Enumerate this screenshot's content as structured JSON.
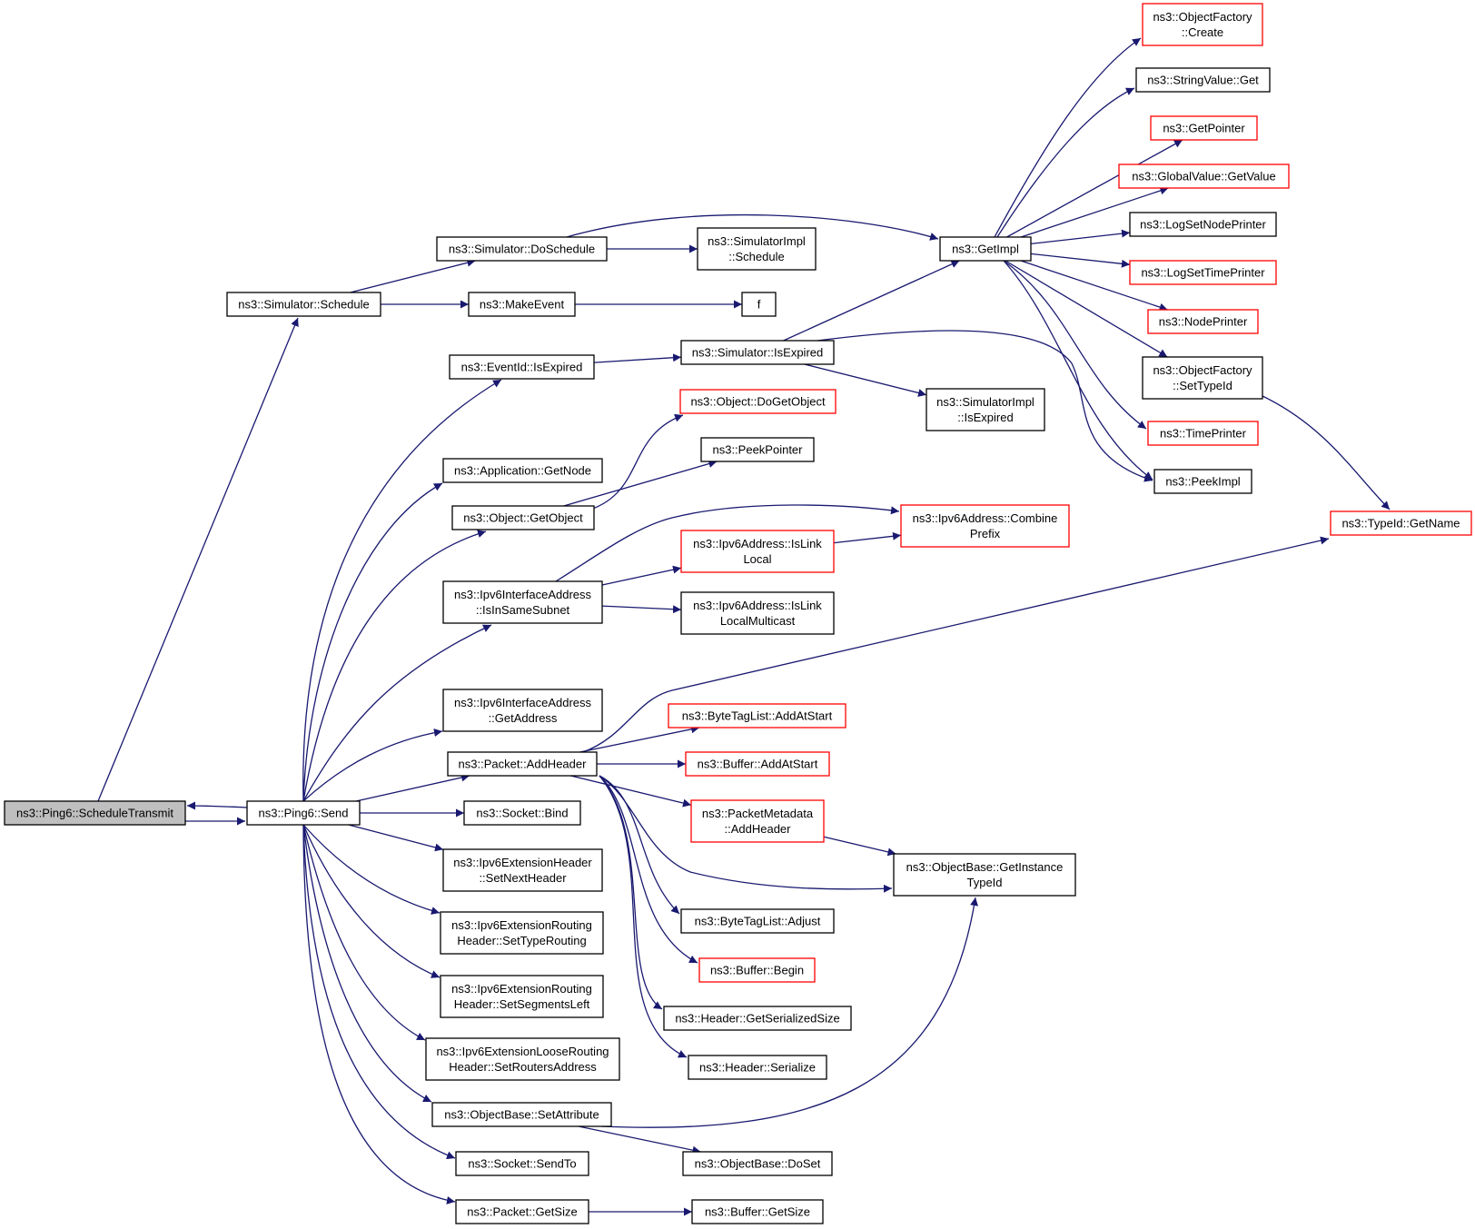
{
  "nodes": [
    {
      "id": "scheduletransmit",
      "lines": [
        "ns3::Ping6::ScheduleTransmit"
      ],
      "style": "root"
    },
    {
      "id": "send",
      "lines": [
        "ns3::Ping6::Send"
      ],
      "style": "black"
    },
    {
      "id": "sim_schedule",
      "lines": [
        "ns3::Simulator::Schedule"
      ],
      "style": "black"
    },
    {
      "id": "sim_doschedule",
      "lines": [
        "ns3::Simulator::DoSchedule"
      ],
      "style": "black"
    },
    {
      "id": "simimpl_schedule",
      "lines": [
        "ns3::SimulatorImpl",
        "::Schedule"
      ],
      "style": "black"
    },
    {
      "id": "makeevent",
      "lines": [
        "ns3::MakeEvent"
      ],
      "style": "black"
    },
    {
      "id": "f",
      "lines": [
        "f"
      ],
      "style": "black"
    },
    {
      "id": "getimpl",
      "lines": [
        "ns3::GetImpl"
      ],
      "style": "black"
    },
    {
      "id": "objfactory_create",
      "lines": [
        "ns3::ObjectFactory",
        "::Create"
      ],
      "style": "red"
    },
    {
      "id": "stringvalue_get",
      "lines": [
        "ns3::StringValue::Get"
      ],
      "style": "black"
    },
    {
      "id": "getpointer",
      "lines": [
        "ns3::GetPointer"
      ],
      "style": "red"
    },
    {
      "id": "globalvalue_getvalue",
      "lines": [
        "ns3::GlobalValue::GetValue"
      ],
      "style": "red"
    },
    {
      "id": "logsetnodeprinter",
      "lines": [
        "ns3::LogSetNodePrinter"
      ],
      "style": "black"
    },
    {
      "id": "logsettimeprinter",
      "lines": [
        "ns3::LogSetTimePrinter"
      ],
      "style": "red"
    },
    {
      "id": "nodeprinter",
      "lines": [
        "ns3::NodePrinter"
      ],
      "style": "red"
    },
    {
      "id": "objfactory_settypeid",
      "lines": [
        "ns3::ObjectFactory",
        "::SetTypeId"
      ],
      "style": "black"
    },
    {
      "id": "timeprinter",
      "lines": [
        "ns3::TimePrinter"
      ],
      "style": "red"
    },
    {
      "id": "peekimpl",
      "lines": [
        "ns3::PeekImpl"
      ],
      "style": "black"
    },
    {
      "id": "typeid_getname",
      "lines": [
        "ns3::TypeId::GetName"
      ],
      "style": "red"
    },
    {
      "id": "eventid_isexpired",
      "lines": [
        "ns3::EventId::IsExpired"
      ],
      "style": "black"
    },
    {
      "id": "sim_isexpired",
      "lines": [
        "ns3::Simulator::IsExpired"
      ],
      "style": "black"
    },
    {
      "id": "simimpl_isexpired",
      "lines": [
        "ns3::SimulatorImpl",
        "::IsExpired"
      ],
      "style": "black"
    },
    {
      "id": "app_getnode",
      "lines": [
        "ns3::Application::GetNode"
      ],
      "style": "black"
    },
    {
      "id": "obj_dogetobject",
      "lines": [
        "ns3::Object::DoGetObject"
      ],
      "style": "red"
    },
    {
      "id": "peekpointer",
      "lines": [
        "ns3::PeekPointer"
      ],
      "style": "black"
    },
    {
      "id": "obj_getobject",
      "lines": [
        "ns3::Object::GetObject"
      ],
      "style": "black"
    },
    {
      "id": "ipv6addr_combineprefix",
      "lines": [
        "ns3::Ipv6Address::Combine",
        "Prefix"
      ],
      "style": "red"
    },
    {
      "id": "ipv6addr_islinklocal",
      "lines": [
        "ns3::Ipv6Address::IsLink",
        "Local"
      ],
      "style": "red"
    },
    {
      "id": "ipv6ifaddr_isinsamesubnet",
      "lines": [
        "ns3::Ipv6InterfaceAddress",
        "::IsInSameSubnet"
      ],
      "style": "black"
    },
    {
      "id": "ipv6addr_islinklocalmulticast",
      "lines": [
        "ns3::Ipv6Address::IsLink",
        "LocalMulticast"
      ],
      "style": "black"
    },
    {
      "id": "ipv6ifaddr_getaddress",
      "lines": [
        "ns3::Ipv6InterfaceAddress",
        "::GetAddress"
      ],
      "style": "black"
    },
    {
      "id": "bytetaglist_addatstart",
      "lines": [
        "ns3::ByteTagList::AddAtStart"
      ],
      "style": "red"
    },
    {
      "id": "packet_addheader",
      "lines": [
        "ns3::Packet::AddHeader"
      ],
      "style": "black"
    },
    {
      "id": "buffer_addatstart",
      "lines": [
        "ns3::Buffer::AddAtStart"
      ],
      "style": "red"
    },
    {
      "id": "socket_bind",
      "lines": [
        "ns3::Socket::Bind"
      ],
      "style": "black"
    },
    {
      "id": "packetmetadata_addheader",
      "lines": [
        "ns3::PacketMetadata",
        "::AddHeader"
      ],
      "style": "red"
    },
    {
      "id": "ipv6exthdr_setnextheader",
      "lines": [
        "ns3::Ipv6ExtensionHeader",
        "::SetNextHeader"
      ],
      "style": "black"
    },
    {
      "id": "objbase_getinstancetypeid",
      "lines": [
        "ns3::ObjectBase::GetInstance",
        "TypeId"
      ],
      "style": "black"
    },
    {
      "id": "ipv6extrouting_settyperouting",
      "lines": [
        "ns3::Ipv6ExtensionRouting",
        "Header::SetTypeRouting"
      ],
      "style": "black"
    },
    {
      "id": "bytetaglist_adjust",
      "lines": [
        "ns3::ByteTagList::Adjust"
      ],
      "style": "black"
    },
    {
      "id": "buffer_begin",
      "lines": [
        "ns3::Buffer::Begin"
      ],
      "style": "red"
    },
    {
      "id": "ipv6extrouting_setsegmentsleft",
      "lines": [
        "ns3::Ipv6ExtensionRouting",
        "Header::SetSegmentsLeft"
      ],
      "style": "black"
    },
    {
      "id": "header_getserializedsize",
      "lines": [
        "ns3::Header::GetSerializedSize"
      ],
      "style": "black"
    },
    {
      "id": "ipv6extlooserouting_setroutersaddress",
      "lines": [
        "ns3::Ipv6ExtensionLooseRouting",
        "Header::SetRoutersAddress"
      ],
      "style": "black"
    },
    {
      "id": "header_serialize",
      "lines": [
        "ns3::Header::Serialize"
      ],
      "style": "black"
    },
    {
      "id": "objbase_setattribute",
      "lines": [
        "ns3::ObjectBase::SetAttribute"
      ],
      "style": "black"
    },
    {
      "id": "objbase_doset",
      "lines": [
        "ns3::ObjectBase::DoSet"
      ],
      "style": "black"
    },
    {
      "id": "socket_sendto",
      "lines": [
        "ns3::Socket::SendTo"
      ],
      "style": "black"
    },
    {
      "id": "packet_getsize",
      "lines": [
        "ns3::Packet::GetSize"
      ],
      "style": "black"
    },
    {
      "id": "buffer_getsize",
      "lines": [
        "ns3::Buffer::GetSize"
      ],
      "style": "black"
    }
  ],
  "edges": [
    {
      "from": "scheduletransmit",
      "to": "send"
    },
    {
      "from": "scheduletransmit",
      "to": "sim_schedule"
    },
    {
      "from": "send",
      "to": "scheduletransmit"
    },
    {
      "from": "send",
      "to": "eventid_isexpired"
    },
    {
      "from": "send",
      "to": "app_getnode"
    },
    {
      "from": "send",
      "to": "obj_getobject"
    },
    {
      "from": "send",
      "to": "ipv6ifaddr_isinsamesubnet"
    },
    {
      "from": "send",
      "to": "ipv6ifaddr_getaddress"
    },
    {
      "from": "send",
      "to": "packet_addheader"
    },
    {
      "from": "send",
      "to": "socket_bind"
    },
    {
      "from": "send",
      "to": "ipv6exthdr_setnextheader"
    },
    {
      "from": "send",
      "to": "ipv6extrouting_settyperouting"
    },
    {
      "from": "send",
      "to": "ipv6extrouting_setsegmentsleft"
    },
    {
      "from": "send",
      "to": "ipv6extlooserouting_setroutersaddress"
    },
    {
      "from": "send",
      "to": "objbase_setattribute"
    },
    {
      "from": "send",
      "to": "socket_sendto"
    },
    {
      "from": "send",
      "to": "packet_getsize"
    },
    {
      "from": "sim_schedule",
      "to": "sim_doschedule"
    },
    {
      "from": "sim_schedule",
      "to": "makeevent"
    },
    {
      "from": "sim_doschedule",
      "to": "simimpl_schedule"
    },
    {
      "from": "sim_doschedule",
      "to": "getimpl"
    },
    {
      "from": "makeevent",
      "to": "f"
    },
    {
      "from": "getimpl",
      "to": "objfactory_create"
    },
    {
      "from": "getimpl",
      "to": "stringvalue_get"
    },
    {
      "from": "getimpl",
      "to": "getpointer"
    },
    {
      "from": "getimpl",
      "to": "globalvalue_getvalue"
    },
    {
      "from": "getimpl",
      "to": "logsetnodeprinter"
    },
    {
      "from": "getimpl",
      "to": "logsettimeprinter"
    },
    {
      "from": "getimpl",
      "to": "nodeprinter"
    },
    {
      "from": "getimpl",
      "to": "objfactory_settypeid"
    },
    {
      "from": "getimpl",
      "to": "timeprinter"
    },
    {
      "from": "getimpl",
      "to": "peekimpl"
    },
    {
      "from": "objfactory_settypeid",
      "to": "typeid_getname"
    },
    {
      "from": "eventid_isexpired",
      "to": "sim_isexpired"
    },
    {
      "from": "sim_isexpired",
      "to": "getimpl"
    },
    {
      "from": "sim_isexpired",
      "to": "peekimpl"
    },
    {
      "from": "sim_isexpired",
      "to": "simimpl_isexpired"
    },
    {
      "from": "obj_getobject",
      "to": "obj_dogetobject"
    },
    {
      "from": "obj_getobject",
      "to": "peekpointer"
    },
    {
      "from": "ipv6ifaddr_isinsamesubnet",
      "to": "ipv6addr_combineprefix"
    },
    {
      "from": "ipv6ifaddr_isinsamesubnet",
      "to": "ipv6addr_islinklocal"
    },
    {
      "from": "ipv6ifaddr_isinsamesubnet",
      "to": "ipv6addr_islinklocalmulticast"
    },
    {
      "from": "ipv6addr_islinklocal",
      "to": "ipv6addr_combineprefix"
    },
    {
      "from": "packet_addheader",
      "to": "typeid_getname"
    },
    {
      "from": "packet_addheader",
      "to": "bytetaglist_addatstart"
    },
    {
      "from": "packet_addheader",
      "to": "buffer_addatstart"
    },
    {
      "from": "packet_addheader",
      "to": "packetmetadata_addheader"
    },
    {
      "from": "packet_addheader",
      "to": "objbase_getinstancetypeid"
    },
    {
      "from": "packet_addheader",
      "to": "bytetaglist_adjust"
    },
    {
      "from": "packet_addheader",
      "to": "buffer_begin"
    },
    {
      "from": "packet_addheader",
      "to": "header_getserializedsize"
    },
    {
      "from": "packet_addheader",
      "to": "header_serialize"
    },
    {
      "from": "packetmetadata_addheader",
      "to": "objbase_getinstancetypeid"
    },
    {
      "from": "objbase_setattribute",
      "to": "objbase_getinstancetypeid"
    },
    {
      "from": "objbase_setattribute",
      "to": "objbase_doset"
    },
    {
      "from": "packet_getsize",
      "to": "buffer_getsize"
    }
  ]
}
